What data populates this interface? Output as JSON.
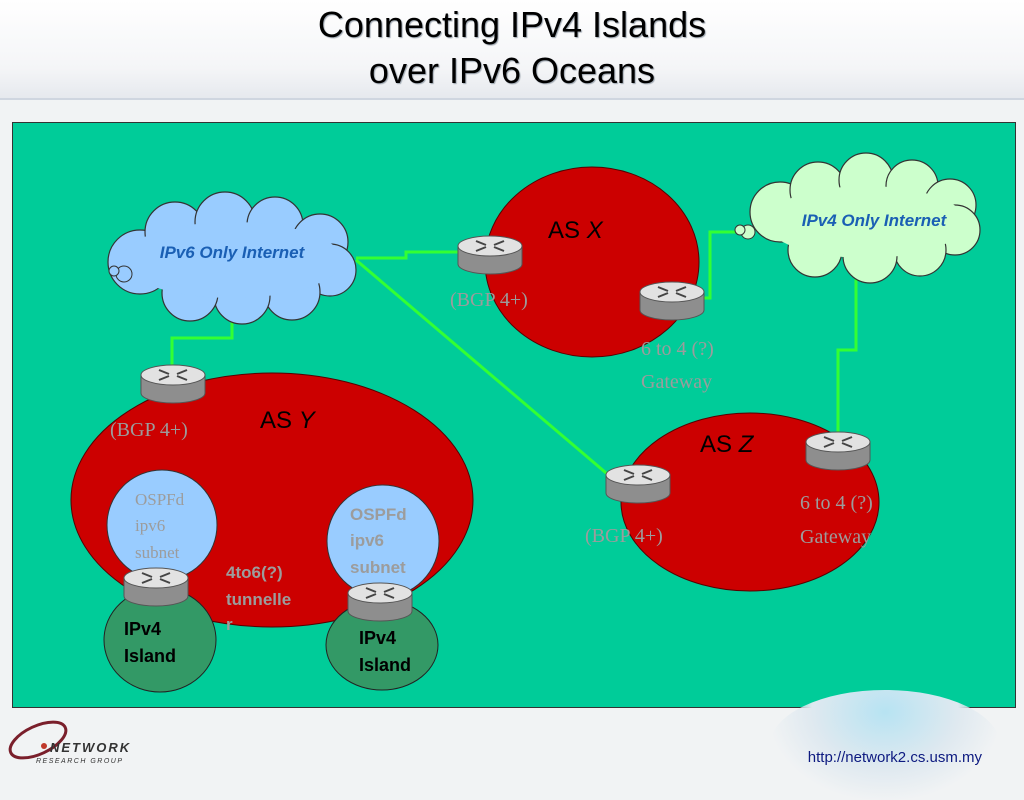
{
  "slide": {
    "title_line1": "Connecting IPv4 Islands",
    "title_line2": "over IPv6 Oceans",
    "footer_url": "http://network2.cs.usm.my",
    "logo_main": "NETWORK",
    "logo_sub": "RESEARCH GROUP"
  },
  "clouds": {
    "ipv6": "IPv6 Only Internet",
    "ipv4": "IPv4 Only Internet"
  },
  "as_x": {
    "prefix": "AS ",
    "letter": "X",
    "bgp": "(BGP 4+)",
    "gw_line1": "6 to 4 (?)",
    "gw_line2": "Gateway"
  },
  "as_y": {
    "prefix": "AS ",
    "letter": "Y",
    "bgp": "(BGP 4+)",
    "ospf_line1": "OSPFd",
    "ospf_line2": "ipv6",
    "ospf_line3": "subnet",
    "tunnel_line1": "4to6(?)",
    "tunnel_line2": "tunnelle",
    "tunnel_line3": "r"
  },
  "as_z": {
    "prefix": "AS ",
    "letter": "Z",
    "bgp": "(BGP 4+)",
    "gw_line1": "6 to 4 (?)",
    "gw_line2": "Gateway"
  },
  "islands": {
    "line1": "IPv4",
    "line2": "Island"
  },
  "colors": {
    "ocean": "#00cc99",
    "as_fill": "#cc0000",
    "ipv6_cloud": "#99ccff",
    "ipv4_cloud": "#ccffcc",
    "ospf": "#99ccff",
    "island": "#339966",
    "link": "#33ff33"
  }
}
